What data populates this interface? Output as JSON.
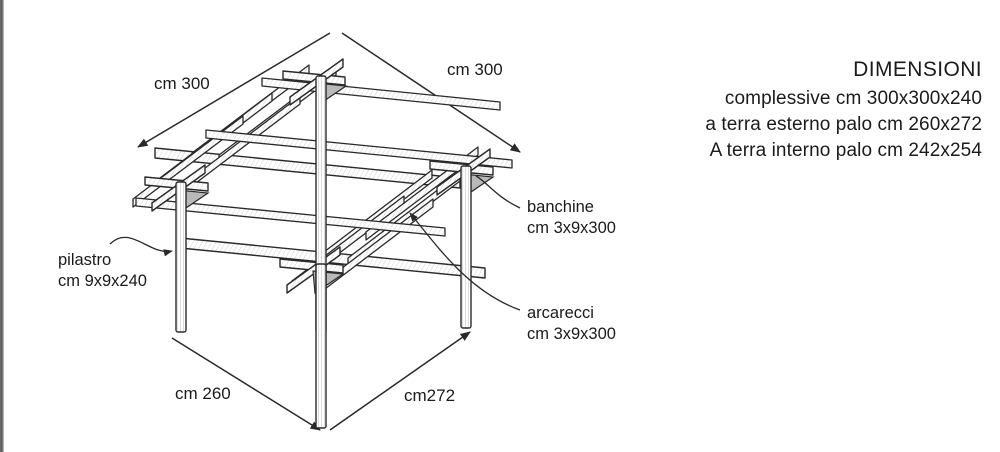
{
  "figure": {
    "type": "technical-drawing",
    "subject": "pergola",
    "view": "isometric"
  },
  "dimensions_block": {
    "title": "DIMENSIONI",
    "lines": [
      "complessive cm 300x300x240",
      "a terra esterno palo cm 260x272",
      "A terra interno palo cm 242x254"
    ]
  },
  "callouts": [
    {
      "id": "pilastro",
      "label": "pilastro",
      "spec": "cm 9x9x240"
    },
    {
      "id": "banchine",
      "label": "banchine",
      "spec": "cm 3x9x300"
    },
    {
      "id": "arcarecci",
      "label": "arcarecci",
      "spec": "cm 3x9x300"
    }
  ],
  "dimension_labels": {
    "top_left": "cm 300",
    "top_right": "cm 300",
    "bottom_left": "cm 260",
    "bottom_right": "cm272"
  },
  "colors": {
    "ink": "#1b1b1b",
    "line": "#2a2a2a",
    "wood_fill": "#ffffff",
    "shade": "#b9b9b9",
    "background": "#ffffff",
    "edge_strip": "#5a5a5a"
  }
}
